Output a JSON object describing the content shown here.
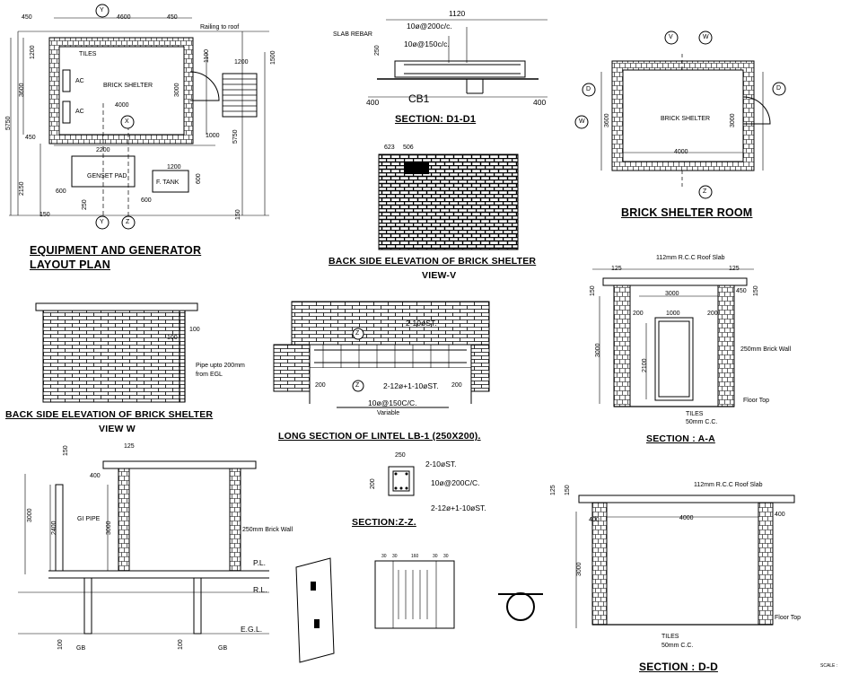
{
  "plan": {
    "title_line1": "EQUIPMENT AND GENERATOR",
    "title_line2": "LAYOUT PLAN",
    "room_label": "BRICK SHELTER",
    "tiles": "TILES",
    "railing": "Railing to roof",
    "ac1": "AC",
    "ac2": "AC",
    "genset": "GENSET PAD",
    "ftank": "F. TANK",
    "dims": {
      "d450a": "450",
      "d4600": "4600",
      "d450b": "450",
      "d1200a": "1200",
      "d3600": "3600",
      "d5750": "5750",
      "d1100": "1100",
      "d1200b": "1200",
      "d1500": "1500",
      "d3000": "3000",
      "d1000": "1000",
      "d4000": "4000",
      "d450c": "450",
      "d2200": "2200",
      "d1200c": "1200",
      "d2150": "2150",
      "d600a": "600",
      "d600b": "600",
      "d600c": "600",
      "d150a": "150",
      "d250": "250",
      "d5750b": "5750",
      "d150b": "150"
    },
    "marks": {
      "y1": "Y",
      "y2": "Y",
      "z1": "Z",
      "z2": "Z",
      "x": "X"
    }
  },
  "section_d1": {
    "title": "SECTION: D1-D1",
    "slab_rebar": "SLAB REBAR",
    "bar1": "10ø@200c/c.",
    "bar2": "10ø@150c/c.",
    "cb1": "CB1",
    "d1120": "1120",
    "d250": "250",
    "d400a": "400",
    "d400b": "400"
  },
  "room": {
    "title": "BRICK SHELTER ROOM",
    "label": "BRICK SHELTER",
    "d3600": "3600",
    "d3000": "3000",
    "d4000": "4000",
    "marks": {
      "v": "V",
      "w": "W",
      "d": "D",
      "dd": "D",
      "z": "Z",
      "w2": "W"
    }
  },
  "back_v": {
    "title_line1": "BACK SIDE ELEVATION OF BRICK SHELTER",
    "title_line2": "VIEW-V",
    "d623": "623",
    "d506": "506"
  },
  "back_w": {
    "title_line1": "BACK SIDE ELEVATION OF BRICK SHELTER",
    "title_line2": "VIEW W",
    "d100a": "100",
    "d100b": "100",
    "pipe_note1": "Pipe upto 200mm",
    "pipe_note2": "from EGL"
  },
  "lintel": {
    "title": "LONG SECTION OF LINTEL LB-1 (250X200).",
    "top_bar": "2-10øST.",
    "bot_bar": "2-12ø+1-10øST.",
    "stirrup": "10ø@150C/C.",
    "variable": "Variable",
    "d200a": "200",
    "d200b": "200",
    "mark1": "Z",
    "mark2": "Z"
  },
  "section_aa": {
    "title": "SECTION : A-A",
    "roof_slab": "112mm R.C.C Roof Slab",
    "wall": "250mm Brick Wall",
    "floor_top": "Floor Top",
    "tiles": "TILES",
    "cc": "50mm C.C.",
    "d125a": "125",
    "d125b": "125",
    "d150a": "150",
    "d450": "450",
    "d150b": "150",
    "d3000a": "3000",
    "d200a": "200",
    "d1000": "1000",
    "d200b": "200",
    "d3000b": "3000",
    "d2100": "2100"
  },
  "section_zz": {
    "title": "SECTION:Z-Z.",
    "top_bar": "2-10øST.",
    "stirrup": "10ø@200C/C.",
    "bot_bar": "2-12ø+1-10øST.",
    "d250": "250",
    "d200": "200"
  },
  "side_elev": {
    "gi_pipe": "GI PIPE",
    "wall": "250mm Brick Wall",
    "pl": "P.L.",
    "rl": "R.L.",
    "egl": "E.G.L.",
    "d150": "150",
    "d125": "125",
    "d400": "400",
    "d3000a": "3000",
    "d2400": "2400",
    "d3000b": "3000",
    "d100a": "100",
    "d100b": "100",
    "gb1": "GB",
    "gb2": "GB"
  },
  "section_dd": {
    "title": "SECTION : D-D",
    "roof_slab": "112mm R.C.C Roof Slab",
    "floor_top": "Floor Top",
    "tiles": "TILES",
    "cc": "50mm C.C.",
    "d125": "125",
    "d150": "150",
    "d400a": "400",
    "d4000": "4000",
    "d400b": "400",
    "d3000": "3000"
  },
  "details": {
    "d30a": "30",
    "d30b": "30",
    "d160": "160",
    "d30c": "30",
    "d30d": "30"
  },
  "sheet": {
    "scale_note": "SCALE :"
  }
}
